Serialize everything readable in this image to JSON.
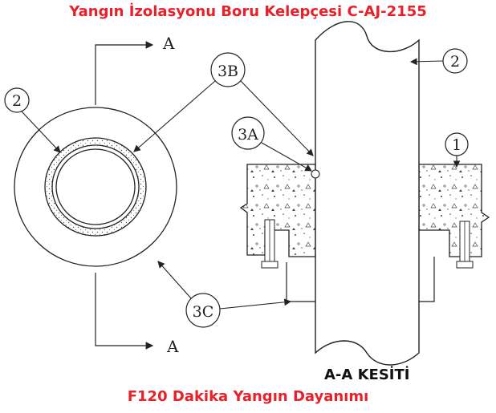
{
  "title_top": "Yangın İzolasyonu Boru Kelepçesi C-AJ-2155",
  "title_bottom": "F120 Dakika Yangın Dayanımı",
  "section_label": "A-A KESİTİ",
  "labels": {
    "section_marker": "A",
    "pipe": "2",
    "pipe_left": "2",
    "wall": "1",
    "seal_3A": "3A",
    "seal_3B": "3B",
    "seal_3C": "3C"
  },
  "colors": {
    "title": "#e8202a",
    "line": "#222222"
  }
}
